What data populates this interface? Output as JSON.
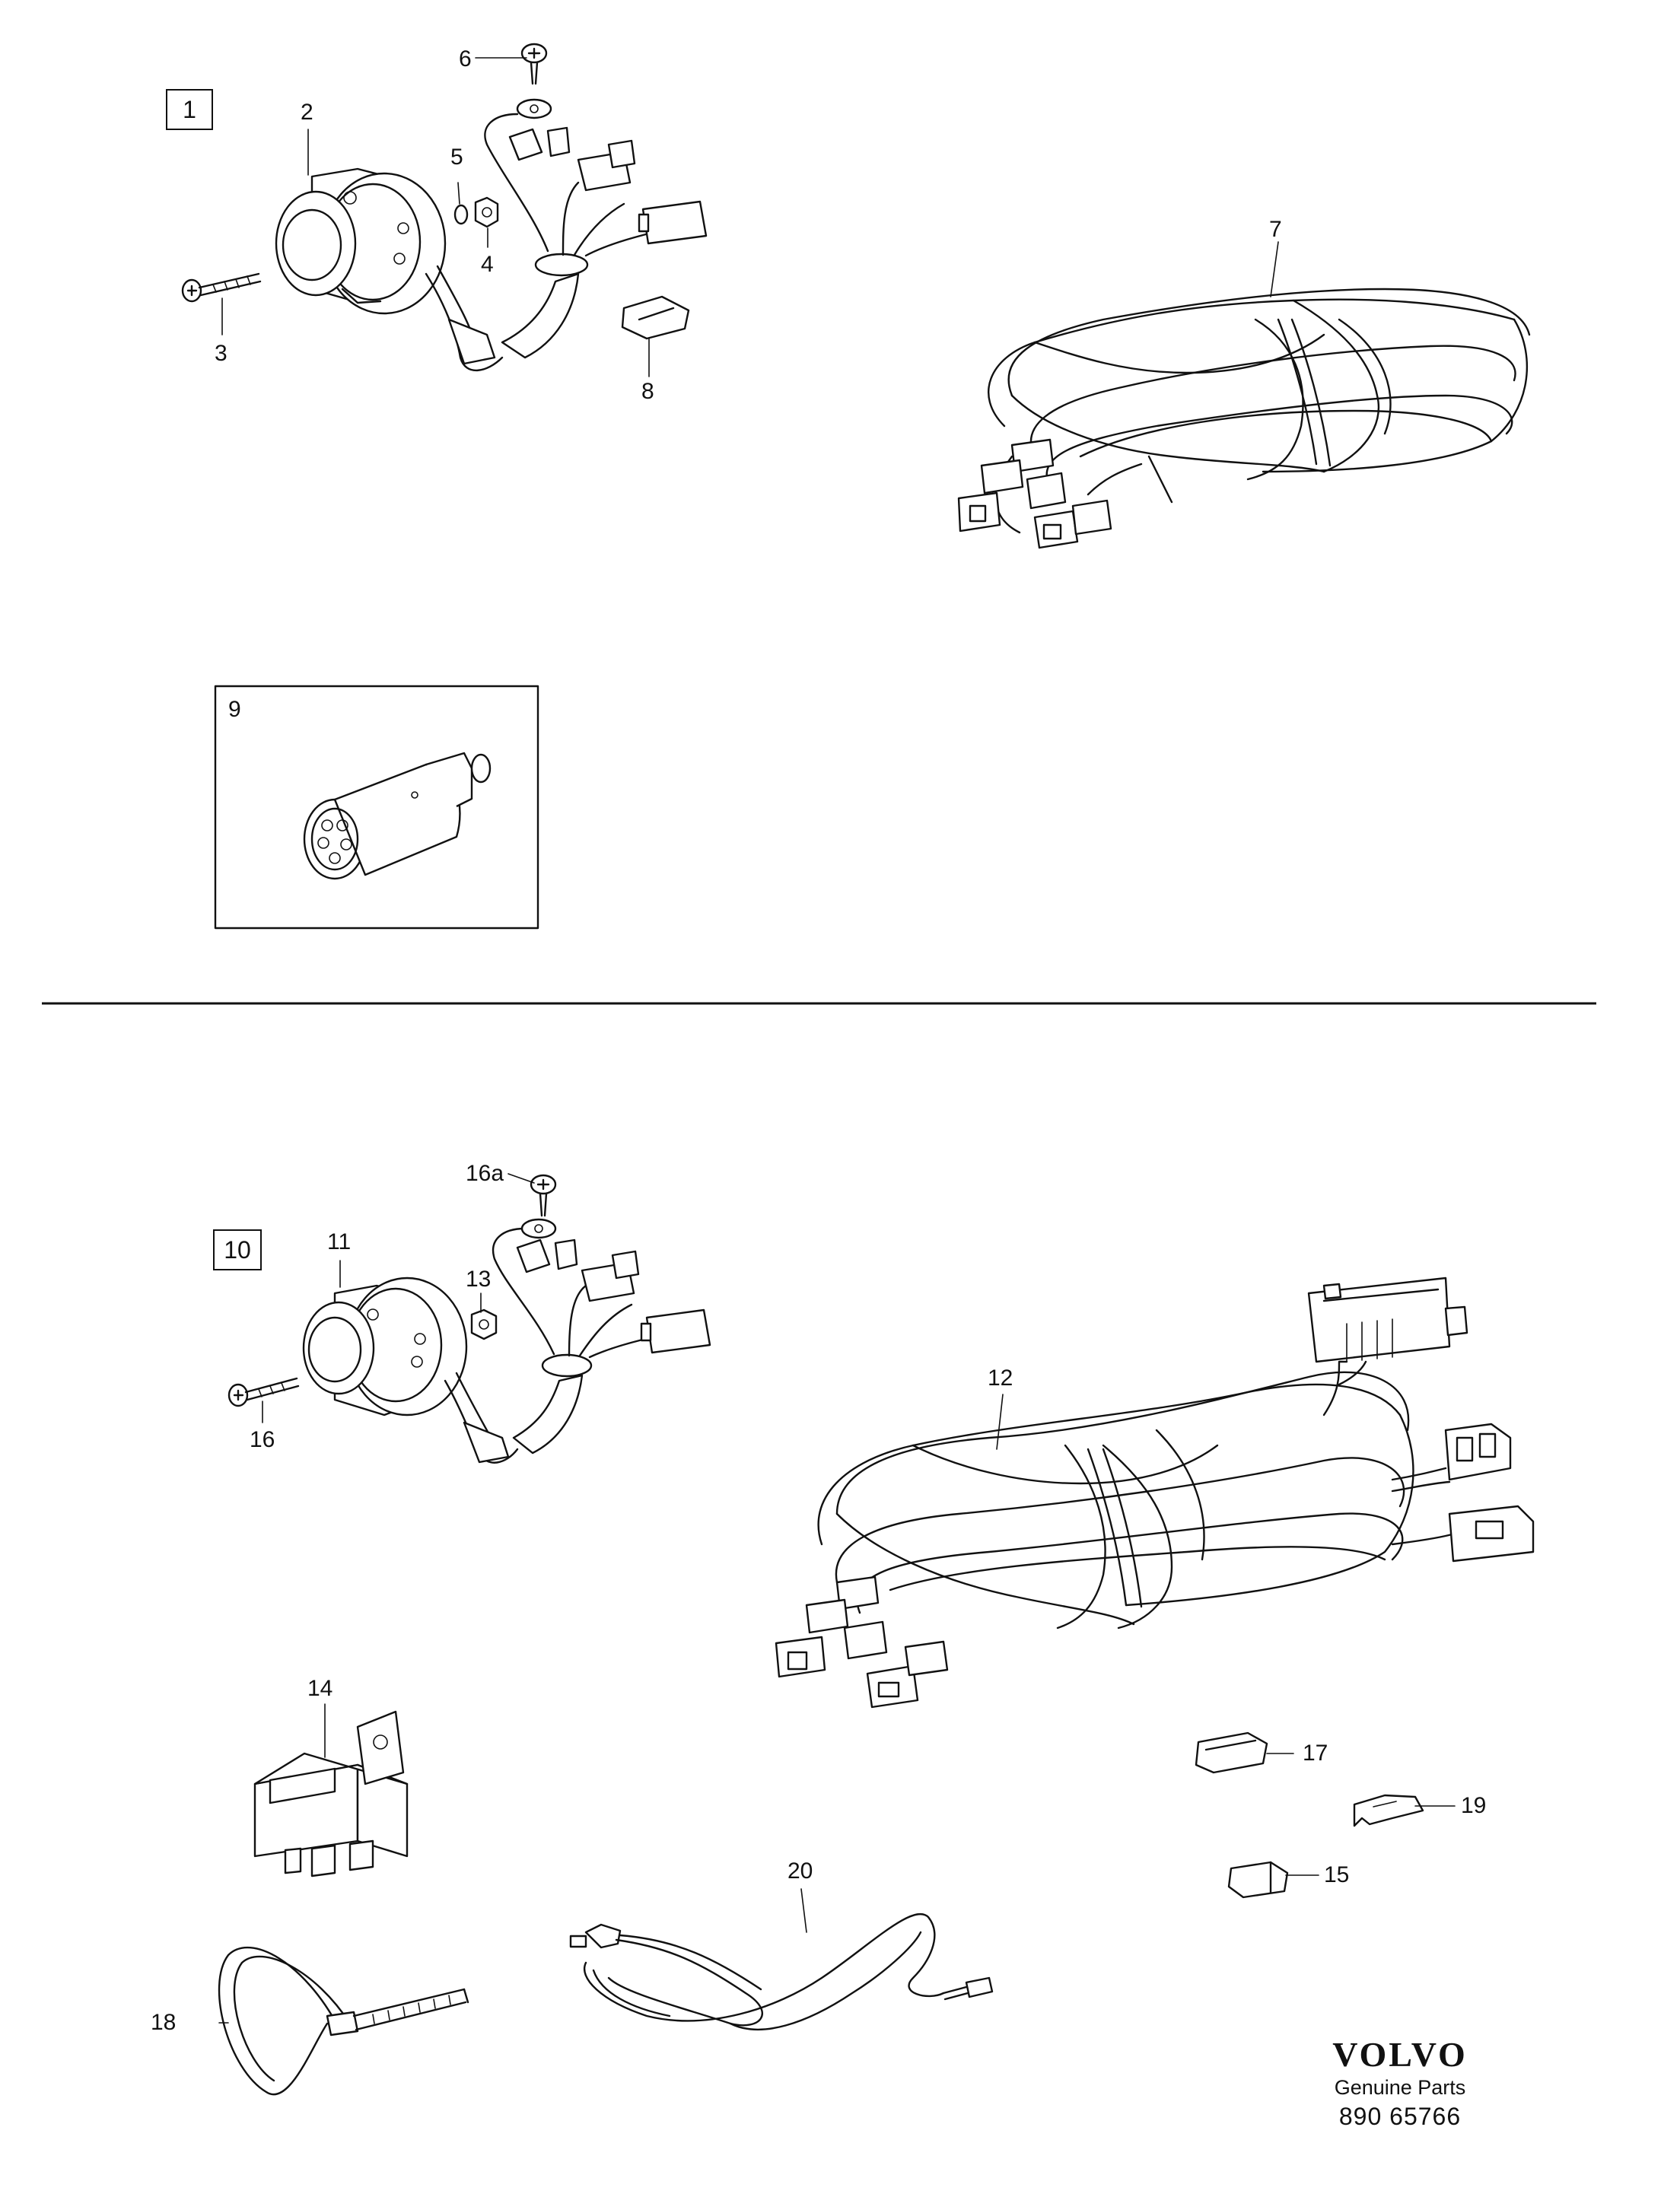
{
  "group_labels": {
    "group_a": "1",
    "group_b": "10",
    "group_c": "9"
  },
  "callouts": {
    "c2": "2",
    "c3": "3",
    "c4": "4",
    "c5": "5",
    "c6": "6",
    "c7": "7",
    "c8": "8",
    "c11": "11",
    "c12": "12",
    "c13": "13",
    "c14": "14",
    "c15": "15",
    "c16": "16",
    "c16a": "16a",
    "c17": "17",
    "c18": "18",
    "c19": "19",
    "c20": "20"
  },
  "brand": {
    "name": "VOLVO",
    "subtitle": "Genuine Parts",
    "part_number": "890 65766"
  },
  "icons": [
    "socket-icon",
    "screw-icon",
    "nut-icon",
    "washer-icon",
    "wire-harness-icon",
    "connector-icon",
    "plug-icon",
    "relay-icon",
    "cable-tie-icon",
    "wire-icon",
    "terminal-icon"
  ]
}
